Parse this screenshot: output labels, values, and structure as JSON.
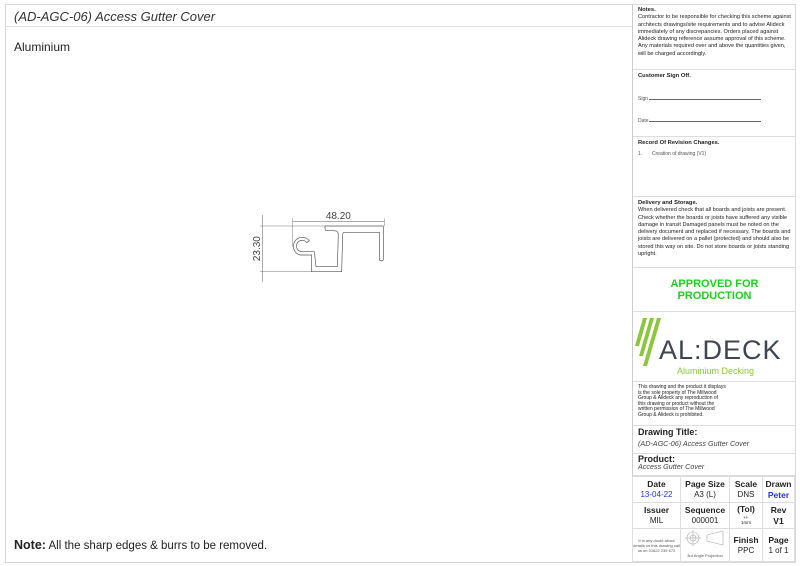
{
  "drawing": {
    "title": "(AD-AGC-06) Access Gutter Cover",
    "material": "Aluminium",
    "note_label": "Note:",
    "note_text": "All the sharp edges & burrs to be removed.",
    "dim_width": "48.20",
    "dim_height": "23.30"
  },
  "panel": {
    "notes_title": "Notes.",
    "notes_text": "Contractor to be responsible for checking this scheme against architects drawings/site requirements and to advise Alideck immediately of any discrepancies. Orders placed against Alideck drawing reference assume approval of this scheme. Any materials required over and above the quantities given, will be charged accordingly.",
    "signoff_title": "Customer Sign Off.",
    "sign_label": "Sign",
    "date_label": "Date",
    "revision_title": "Record Of Revision Changes.",
    "revisions": [
      {
        "num": "1.",
        "text": "Creation of drawing (V1)"
      }
    ],
    "delivery_title": "Delivery and Storage.",
    "delivery_text": "When delivered check that all boards and joists are present. Check whether the boards or joists have suffered any visible damage in transit Damaged panels must be noted on the delivery document and replaced if necessary. The boards and joists are delivered on a pallet (protected) and should also be stored this way on site. Do not store boards or joists standing upright.",
    "approved": "APPROVED FOR PRODUCTION",
    "logo": {
      "name": "AL:DECK",
      "tagline": "Aluminium Decking",
      "green": "#8cc63f",
      "dark": "#3d4650"
    },
    "copyright": "This drawing and the product it displays is the sole property of The Millwood Group & Alideck any reproduction of this drawing or product without the written permission of The Millwood Group & Alideck is prohibited.",
    "drawing_title_label": "Drawing Title:",
    "drawing_title": "(AD-AGC-06) Access Gutter Cover",
    "product_label": "Product:",
    "product": "Access Gutter Cover",
    "table": {
      "date_label": "Date",
      "date": "13-04-22",
      "pagesize_label": "Page Size",
      "pagesize": "A3 (L)",
      "scale_label": "Scale",
      "scale": "DNS",
      "drawn_label": "Drawn",
      "drawn": "Peter",
      "issuer_label": "Issuer",
      "issuer": "MIL",
      "sequence_label": "Sequence",
      "sequence": "000001",
      "tol_label": "(Tol)",
      "tol": "+/- 1mm",
      "rev_label": "Rev",
      "rev": "V1",
      "doubt": "If in any doubt about details on this drawing call us on 01622 235 672",
      "projection": "3rd Angle Projection",
      "finish_label": "Finish",
      "finish": "PPC",
      "page_label": "Page",
      "page": "1 of 1"
    }
  }
}
